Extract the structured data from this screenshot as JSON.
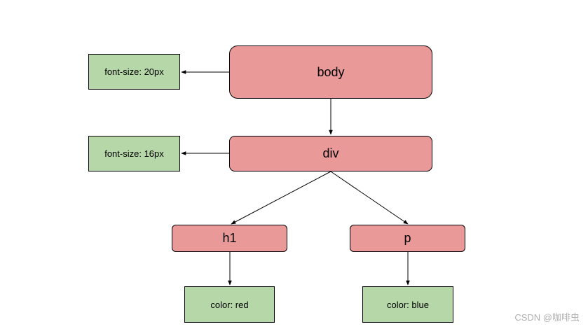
{
  "diagram": {
    "element_nodes": {
      "body": "body",
      "div": "div",
      "h1": "h1",
      "p": "p"
    },
    "style_nodes": {
      "body": "font-size: 20px",
      "div": "font-size: 16px",
      "h1": "color: red",
      "p": "color: blue"
    },
    "edges": [
      {
        "from": "body",
        "to": "div",
        "kind": "child"
      },
      {
        "from": "div",
        "to": "h1",
        "kind": "child"
      },
      {
        "from": "div",
        "to": "p",
        "kind": "child"
      },
      {
        "from": "body",
        "to": "font-size: 20px",
        "kind": "style"
      },
      {
        "from": "div",
        "to": "font-size: 16px",
        "kind": "style"
      },
      {
        "from": "h1",
        "to": "color: red",
        "kind": "style"
      },
      {
        "from": "p",
        "to": "color: blue",
        "kind": "style"
      }
    ],
    "colors": {
      "element_fill": "#ea9999",
      "style_fill": "#b6d7a8",
      "stroke": "#000000"
    }
  },
  "watermark": "CSDN @咖啡虫"
}
